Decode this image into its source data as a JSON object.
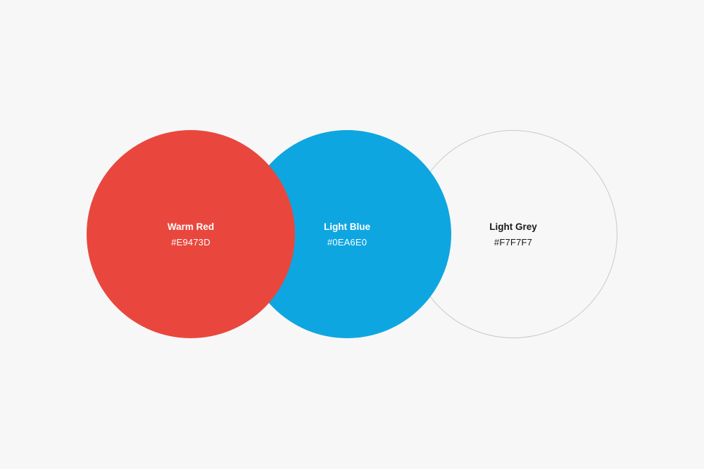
{
  "swatches": [
    {
      "name": "Warm Red",
      "hex": "#E9473D",
      "color": "#E9473D"
    },
    {
      "name": "Light Blue",
      "hex": "#0EA6E0",
      "color": "#0EA6E0"
    },
    {
      "name": "Light Grey",
      "hex": "#F7F7F7",
      "color": "#F7F7F7"
    }
  ]
}
